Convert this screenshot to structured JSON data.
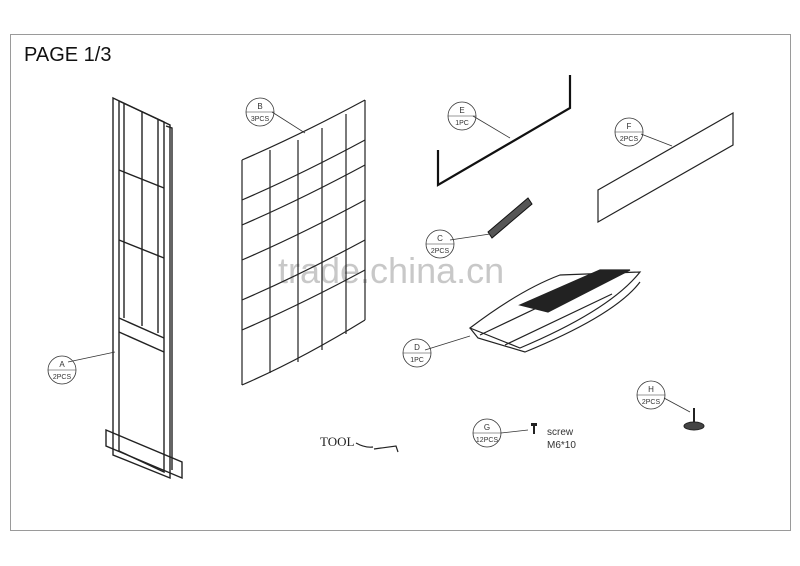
{
  "page": {
    "title": "PAGE 1/3"
  },
  "watermark": "trade.china.cn",
  "parts": [
    {
      "id": "A",
      "qty": "2PCS"
    },
    {
      "id": "B",
      "qty": "3PCS"
    },
    {
      "id": "C",
      "qty": "2PCS"
    },
    {
      "id": "D",
      "qty": "1PC"
    },
    {
      "id": "E",
      "qty": "1PC"
    },
    {
      "id": "F",
      "qty": "2PCS"
    },
    {
      "id": "G",
      "qty": "12PCS"
    },
    {
      "id": "H",
      "qty": "2PCS"
    }
  ],
  "tool_label": "TOOL",
  "screw": {
    "name": "screw",
    "size": "M6*10"
  }
}
